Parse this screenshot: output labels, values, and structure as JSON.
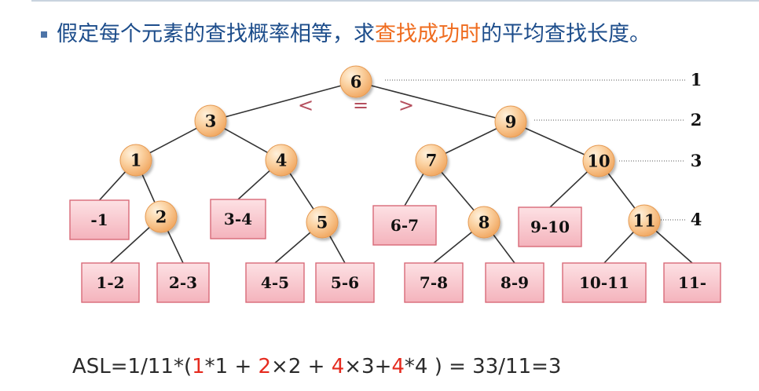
{
  "title": {
    "before": "假定每个元素的查找概率相等，求",
    "highlight": "查找成功时",
    "after": "的平均查找长度。"
  },
  "comparison": [
    "<",
    "=",
    ">"
  ],
  "tree": {
    "nodes": [
      {
        "id": "n6",
        "label": "6"
      },
      {
        "id": "n3",
        "label": "3"
      },
      {
        "id": "n9",
        "label": "9"
      },
      {
        "id": "n1",
        "label": "1"
      },
      {
        "id": "n4",
        "label": "4"
      },
      {
        "id": "n7",
        "label": "7"
      },
      {
        "id": "n10",
        "label": "10"
      },
      {
        "id": "n2",
        "label": "2"
      },
      {
        "id": "n5",
        "label": "5"
      },
      {
        "id": "n8",
        "label": "8"
      },
      {
        "id": "n11",
        "label": "11"
      }
    ],
    "leaves": [
      {
        "id": "l_m1",
        "label": "-1"
      },
      {
        "id": "l_12",
        "label": "1-2"
      },
      {
        "id": "l_23",
        "label": "2-3"
      },
      {
        "id": "l_34",
        "label": "3-4"
      },
      {
        "id": "l_45",
        "label": "4-5"
      },
      {
        "id": "l_56",
        "label": "5-6"
      },
      {
        "id": "l_67",
        "label": "6-7"
      },
      {
        "id": "l_78",
        "label": "7-8"
      },
      {
        "id": "l_89",
        "label": "8-9"
      },
      {
        "id": "l_910",
        "label": "9-10"
      },
      {
        "id": "l_1011",
        "label": "10-11"
      },
      {
        "id": "l_11p",
        "label": "11-"
      }
    ],
    "edges": [
      [
        "n6",
        "n3"
      ],
      [
        "n6",
        "n9"
      ],
      [
        "n3",
        "n1"
      ],
      [
        "n3",
        "n4"
      ],
      [
        "n9",
        "n7"
      ],
      [
        "n9",
        "n10"
      ],
      [
        "n1",
        "l_m1"
      ],
      [
        "n1",
        "n2"
      ],
      [
        "n2",
        "l_12"
      ],
      [
        "n2",
        "l_23"
      ],
      [
        "n4",
        "l_34"
      ],
      [
        "n4",
        "n5"
      ],
      [
        "n5",
        "l_45"
      ],
      [
        "n5",
        "l_56"
      ],
      [
        "n7",
        "l_67"
      ],
      [
        "n7",
        "n8"
      ],
      [
        "n8",
        "l_78"
      ],
      [
        "n8",
        "l_89"
      ],
      [
        "n10",
        "l_910"
      ],
      [
        "n10",
        "n11"
      ],
      [
        "n11",
        "l_1011"
      ],
      [
        "n11",
        "l_11p"
      ]
    ],
    "levels": [
      {
        "label": "1",
        "node": "n6"
      },
      {
        "label": "2",
        "node": "n9"
      },
      {
        "label": "3",
        "node": "n10"
      },
      {
        "label": "4",
        "node": "n11"
      }
    ]
  },
  "formula": {
    "parts": [
      {
        "text": "ASL=1/11*(",
        "red": false
      },
      {
        "text": "1",
        "red": true
      },
      {
        "text": "*1 + ",
        "red": false
      },
      {
        "text": "2",
        "red": true
      },
      {
        "text": "×2 + ",
        "red": false
      },
      {
        "text": "4",
        "red": true
      },
      {
        "text": "×3+",
        "red": false
      },
      {
        "text": "4",
        "red": true
      },
      {
        "text": "*4 ) = 33/11=3",
        "red": false
      }
    ]
  },
  "colors": {
    "title": "#1d4d8b",
    "highlight": "#ef6c1f",
    "node_fill": "#f9c58f",
    "leaf_fill": "#f8c8cf",
    "leaf_stroke": "#d86a78",
    "formula_red": "#e52b1f",
    "comparison": "#b54f5e"
  }
}
